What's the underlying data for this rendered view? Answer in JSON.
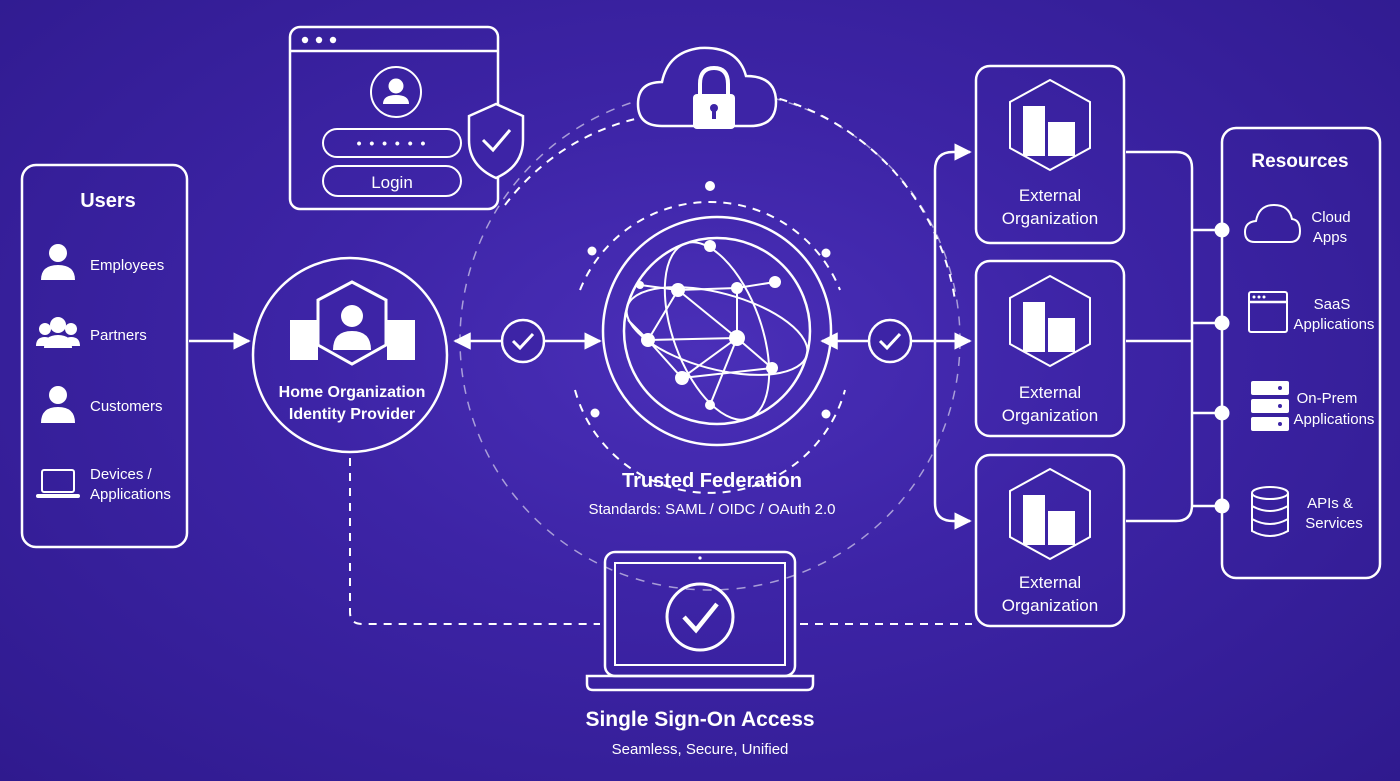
{
  "users_panel": {
    "title": "Users",
    "items": [
      {
        "label": "Employees",
        "icon": "person-icon"
      },
      {
        "label": "Partners",
        "icon": "group-icon"
      },
      {
        "label": "Customers",
        "icon": "person-icon"
      },
      {
        "label_line1": "Devices /",
        "label_line2": "Applications",
        "icon": "laptop-icon"
      }
    ]
  },
  "login_window": {
    "password_mask": "• • • • • •",
    "login_label": "Login"
  },
  "home_idp": {
    "line1": "Home Organization",
    "line2": "Identity Provider"
  },
  "federation": {
    "title": "Trusted Federation",
    "standards": "Standards: SAML / OIDC / OAuth 2.0"
  },
  "external_orgs": [
    {
      "line1": "External",
      "line2": "Organization"
    },
    {
      "line1": "External",
      "line2": "Organization"
    },
    {
      "line1": "External",
      "line2": "Organization"
    }
  ],
  "resources_panel": {
    "title": "Resources",
    "items": [
      {
        "line1": "Cloud",
        "line2": "Apps",
        "icon": "cloud-icon"
      },
      {
        "line1": "SaaS",
        "line2": "Applications",
        "icon": "browser-window-icon"
      },
      {
        "line1": "On-Prem",
        "line2": "Applications",
        "icon": "server-icon"
      },
      {
        "line1": "APIs &",
        "line2": "Services",
        "icon": "database-icon"
      }
    ]
  },
  "sso": {
    "title": "Single Sign-On Access",
    "subtitle": "Seamless, Secure, Unified"
  },
  "colors": {
    "background": "#3d24a6",
    "foreground": "#ffffff"
  }
}
